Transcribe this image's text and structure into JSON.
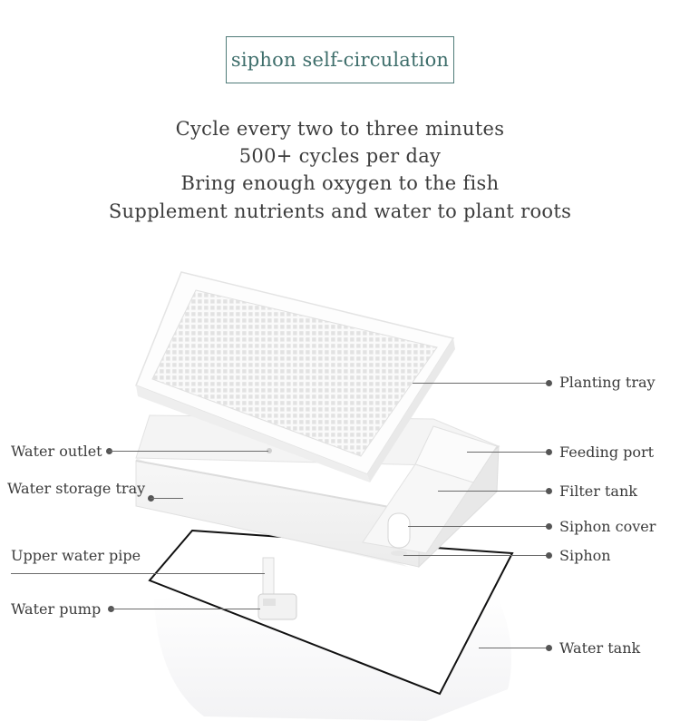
{
  "header": {
    "title": "siphon self-circulation",
    "lines": [
      "Cycle every two to three minutes",
      "500+ cycles per day",
      "Bring enough oxygen to the fish",
      "Supplement nutrients and water to plant roots"
    ]
  },
  "labels": {
    "planting_tray": "Planting tray",
    "water_outlet": "Water outlet",
    "feeding_port": "Feeding port",
    "water_storage_tray": "Water storage tray",
    "filter_tank": "Filter tank",
    "siphon_cover": "Siphon cover",
    "upper_water_pipe": "Upper water pipe",
    "siphon": "Siphon",
    "water_pump": "Water pump",
    "water_tank": "Water tank"
  },
  "colors": {
    "title_border": "#4f7b78",
    "title_text": "#3e6e6b",
    "leader_line": "#6b6b6b"
  }
}
